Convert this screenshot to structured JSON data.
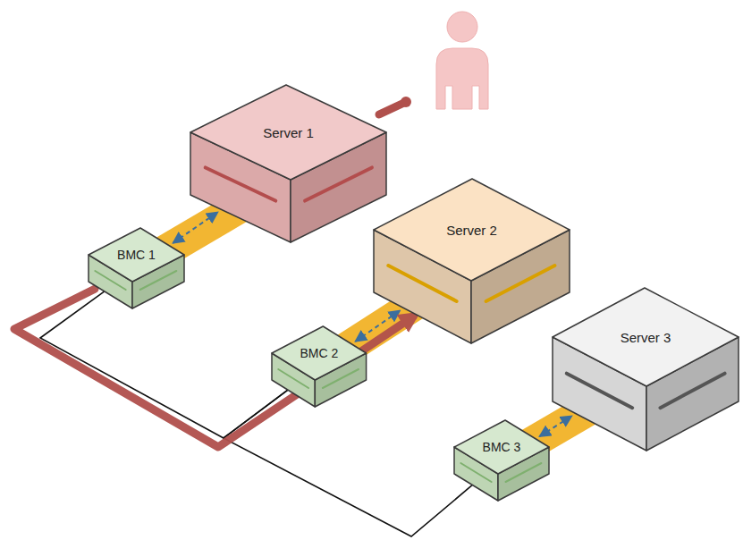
{
  "diagram": {
    "nodes": [
      {
        "text": [
          "Server 1"
        ]
      },
      {
        "text": [
          "BMC 1"
        ]
      },
      {
        "text": [
          "Server 2"
        ]
      },
      {
        "text": [
          "BMC 2"
        ]
      },
      {
        "text": [
          "Server 3"
        ]
      },
      {
        "text": [
          "BMC 3"
        ]
      }
    ],
    "edges": [
      {
        "from": 1,
        "to": 0,
        "arrow": "both"
      },
      {
        "from": 3,
        "to": 2,
        "arrow": "both"
      },
      {
        "from": 5,
        "to": 4,
        "arrow": "both"
      },
      {
        "from": 1,
        "to": 3,
        "arrow": "none"
      },
      {
        "from": 3,
        "to": 5,
        "arrow": "none"
      },
      {
        "from": 1,
        "to": 2,
        "arrow": "to"
      }
    ]
  }
}
